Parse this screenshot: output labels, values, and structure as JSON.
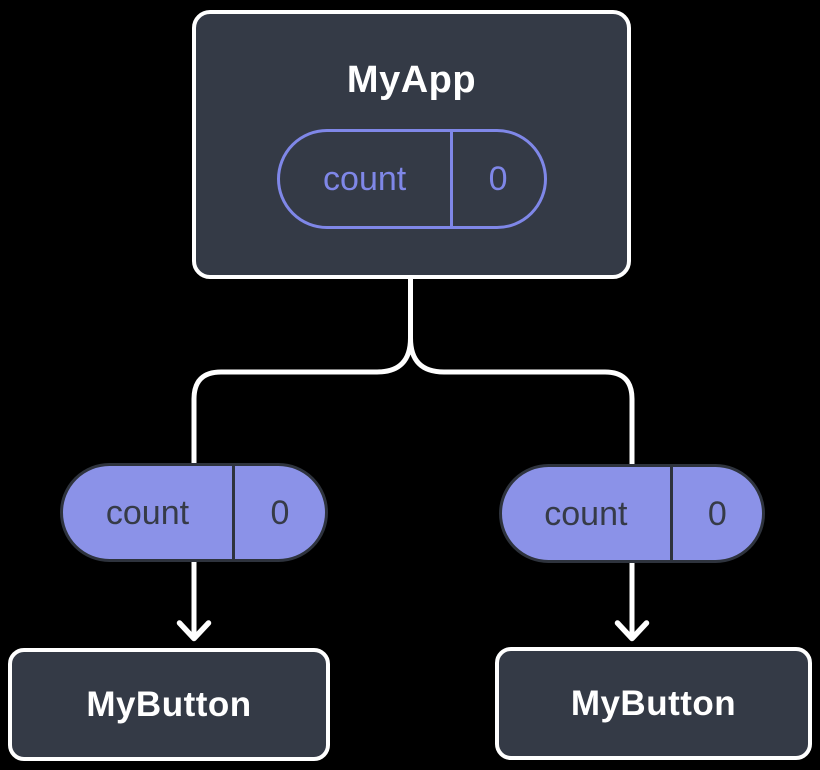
{
  "colors": {
    "background": "#000000",
    "node_fill": "#343a46",
    "node_border": "#ffffff",
    "connector": "#ffffff",
    "pill_solid_fill": "#8b92e8",
    "pill_solid_stroke": "#2e333d",
    "pill_solid_text": "#363b47",
    "pill_outline_stroke": "#7f87e8",
    "pill_outline_text": "#7f87e8"
  },
  "tree": {
    "root": {
      "title": "MyApp",
      "state_pill": {
        "label": "count",
        "value": "0"
      }
    },
    "children": [
      {
        "title": "MyButton",
        "prop_pill": {
          "label": "count",
          "value": "0"
        }
      },
      {
        "title": "MyButton",
        "prop_pill": {
          "label": "count",
          "value": "0"
        }
      }
    ]
  }
}
